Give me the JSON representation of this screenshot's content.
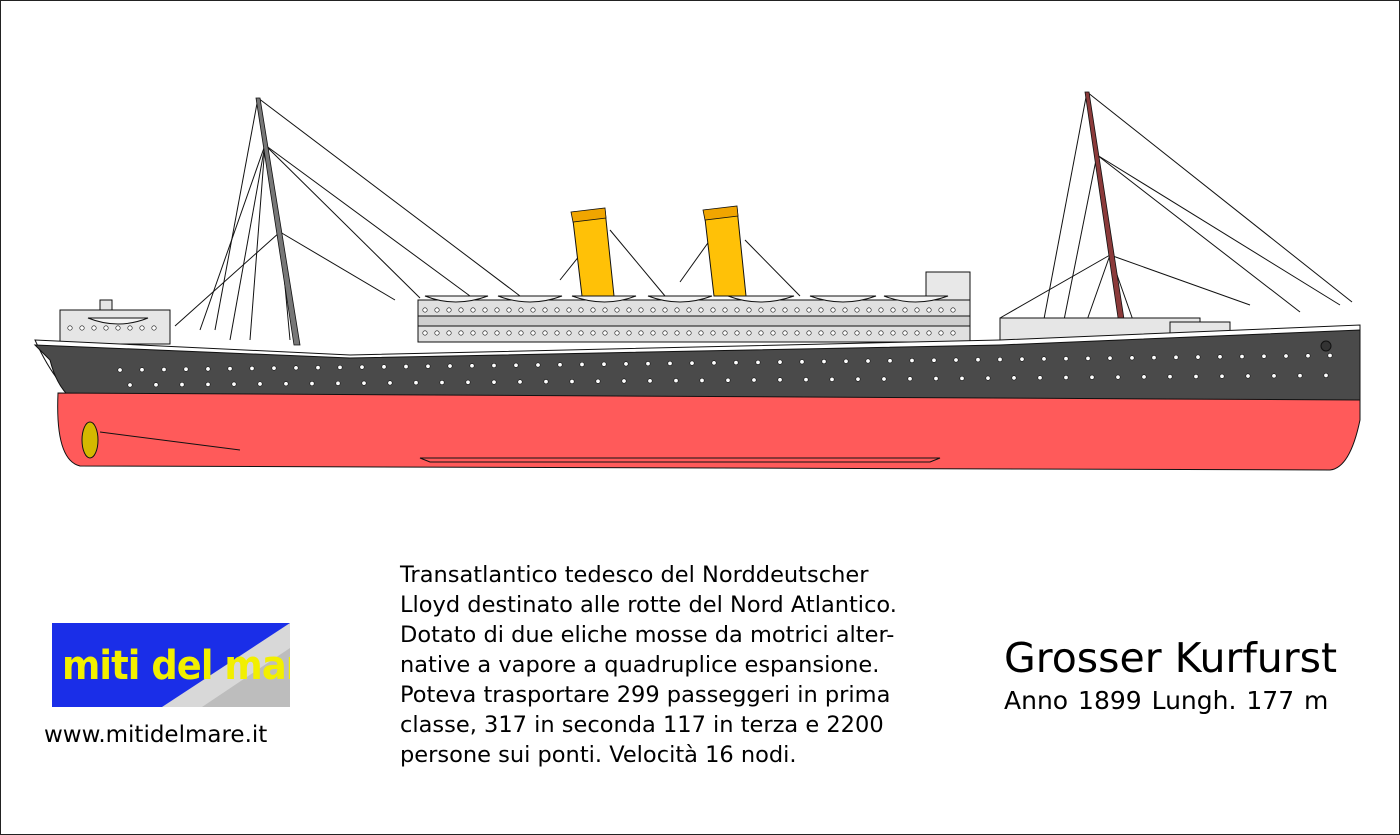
{
  "colors": {
    "hull_upper": "#4a4a4a",
    "hull_lower": "#ff5a5a",
    "funnel": "#ffc107",
    "superstructure": "#e0e0e0",
    "logo_background": "#1a2ee8",
    "logo_text": "#f2ef00",
    "propeller": "#d4b800"
  },
  "logo": {
    "text": "miti del mare"
  },
  "website": "www.mitidelmare.it",
  "description": {
    "lines": [
      "Transatlantico tedesco del Norddeutscher",
      "Lloyd destinato alle rotte del Nord Atlantico.",
      "Dotato di due eliche mosse da motrici alter-",
      "native a vapore a quadruplice espansione.",
      "Poteva trasportare 299 passeggeri in prima",
      "classe, 317 in seconda 117 in terza e 2200",
      "persone sui ponti. Velocità 16 nodi."
    ]
  },
  "ship": {
    "name": "Grosser Kurfurst",
    "info": "Anno 1899  Lungh. 177 m"
  }
}
